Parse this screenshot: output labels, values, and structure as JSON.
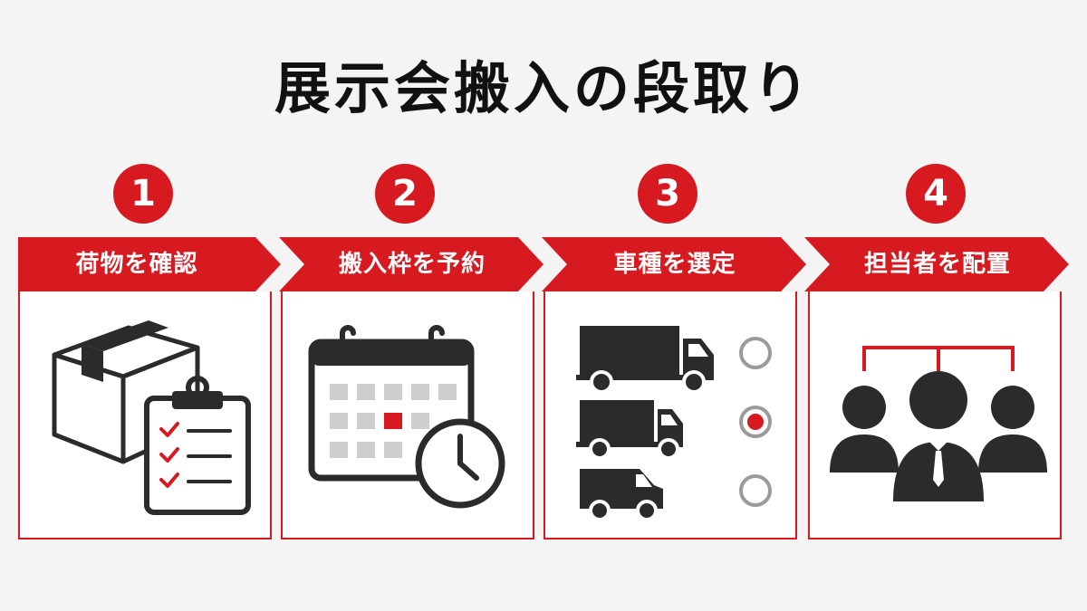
{
  "title": "展示会搬入の段取り",
  "steps": [
    {
      "number": "1",
      "label": "荷物を確認",
      "icon": "box-clipboard-icon"
    },
    {
      "number": "2",
      "label": "搬入枠を予約",
      "icon": "calendar-clock-icon"
    },
    {
      "number": "3",
      "label": "車種を選定",
      "icon": "truck-selection-icon"
    },
    {
      "number": "4",
      "label": "担当者を配置",
      "icon": "team-hierarchy-icon"
    }
  ],
  "colors": {
    "accent": "#d71920",
    "dark": "#2b2b2b",
    "background": "#f4f4f4"
  }
}
